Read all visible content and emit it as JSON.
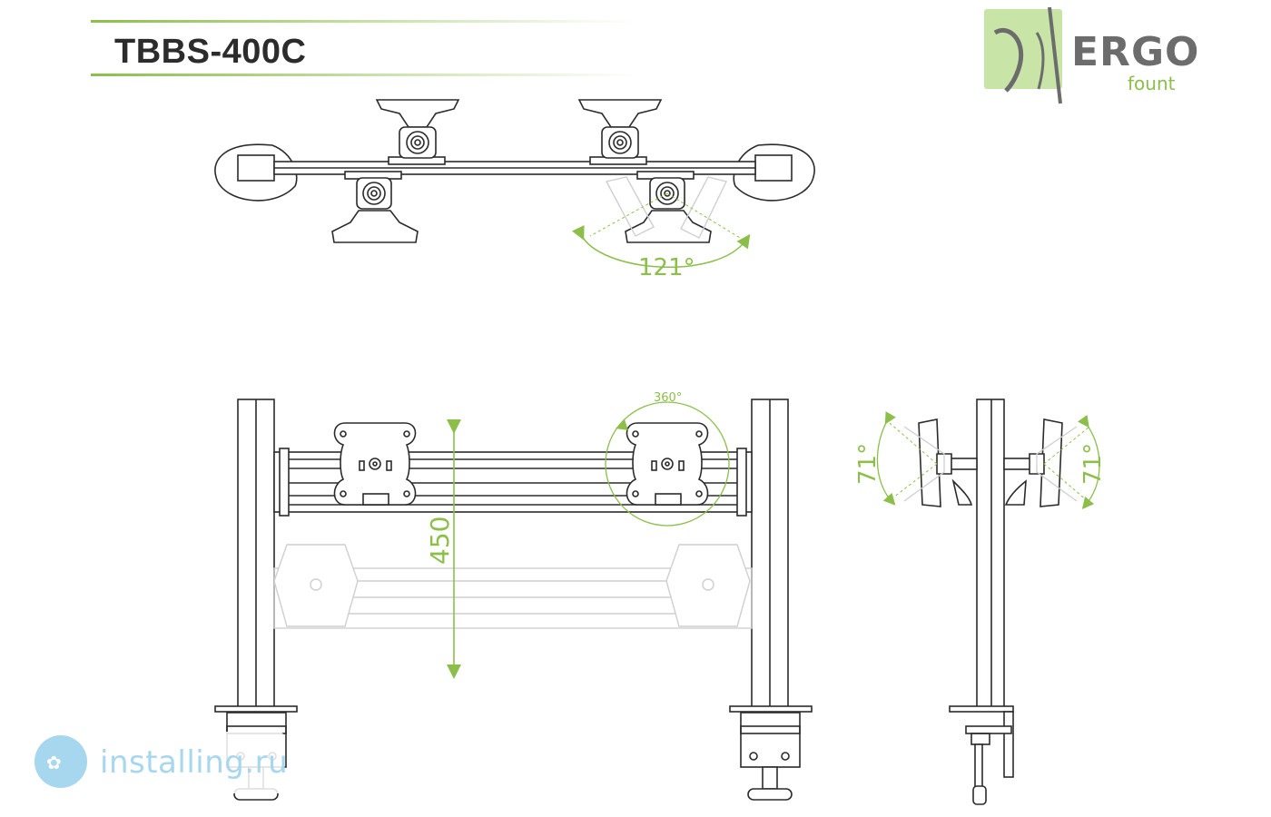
{
  "header": {
    "title": "TBBS-400C"
  },
  "logo": {
    "word": "ERGO",
    "sub": "fount",
    "icon": "ergofount-logo-icon"
  },
  "dimensions": {
    "top_view_angle": "121°",
    "rotation": "360°",
    "height_range": "450",
    "tilt_left": "71°",
    "tilt_right": "71°"
  },
  "watermark": {
    "text": "installing.ru",
    "icon": "installing-logo-icon"
  },
  "colors": {
    "accent": "#8bbf4a",
    "line": "#2b2b2b",
    "ghost": "#cfcfcf",
    "watermark": "#a7d7ee"
  }
}
